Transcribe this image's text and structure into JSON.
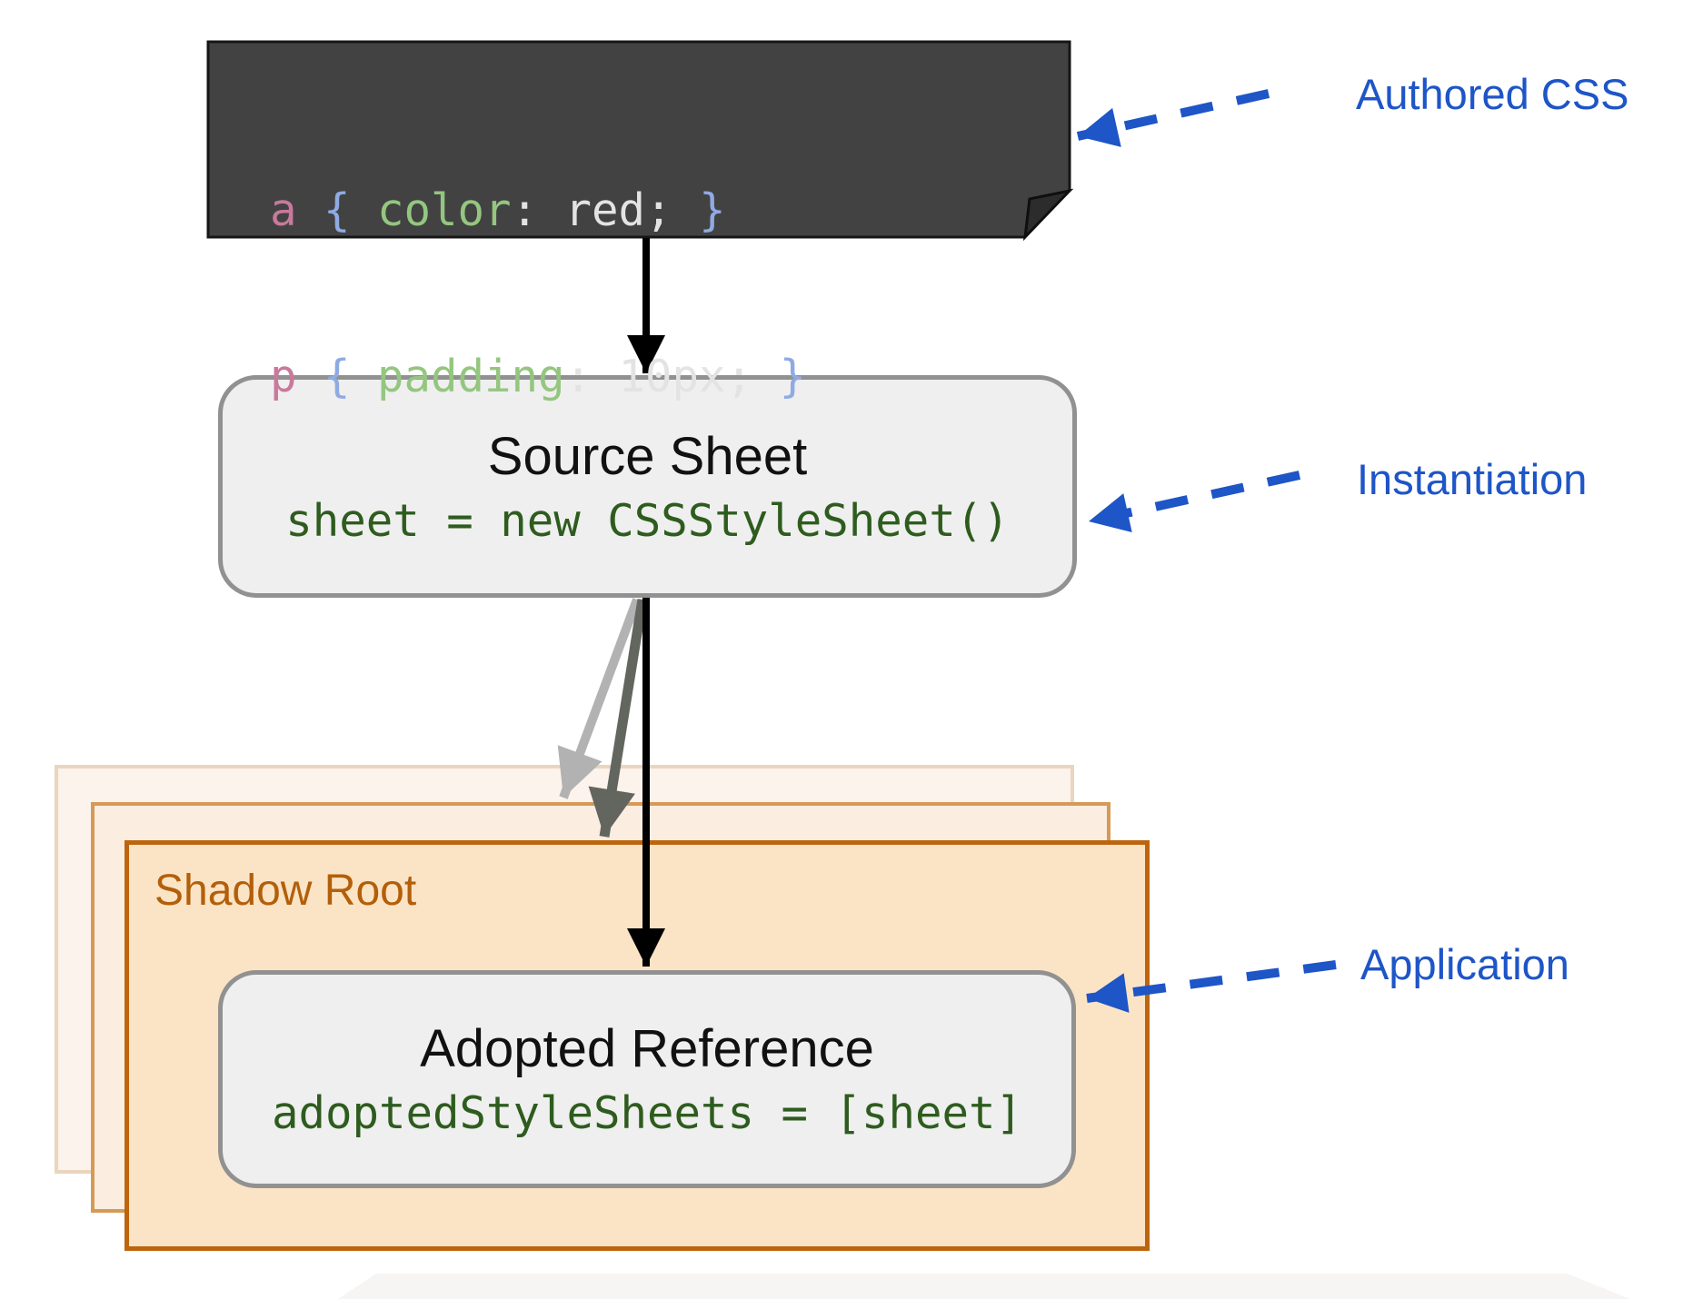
{
  "authored_css_box": {
    "line1": {
      "selector": "a",
      "open": " { ",
      "property": "color",
      "rest": ": red; ",
      "close": "}"
    },
    "line2": {
      "selector": "p",
      "open": " { ",
      "property": "padding",
      "rest": ": 10px; ",
      "close": "}"
    }
  },
  "source_sheet": {
    "title": "Source Sheet",
    "code": "sheet = new CSSStyleSheet()"
  },
  "shadow_root": {
    "label": "Shadow Root"
  },
  "adopted_reference": {
    "title": "Adopted Reference",
    "code": "adoptedStyleSheets = [sheet]"
  },
  "annotations": {
    "authored": "Authored CSS",
    "instantiation": "Instantiation",
    "application": "Application"
  },
  "colors": {
    "annotation_blue": "#1e55c7",
    "code_box_bg": "#424242",
    "code_selector_pink": "#c9799b",
    "code_brace_blue": "#8fabe3",
    "code_property_green": "#94c67f",
    "code_value_gray": "#e3e3e3",
    "box_code_green": "#2e5c1e",
    "gray_box_fill": "#efefef",
    "gray_box_border": "#919191",
    "shadow_front_border": "#bc650e",
    "shadow_front_fill": "#fbe4c6",
    "shadow_mid_border": "#d59a57",
    "shadow_back_border": "#ead5bd",
    "shadow_root_text": "#b35f0a",
    "arrow_black": "#000000",
    "arrow_gray_light": "#b2b2b2",
    "arrow_gray_dark": "#63665e"
  }
}
